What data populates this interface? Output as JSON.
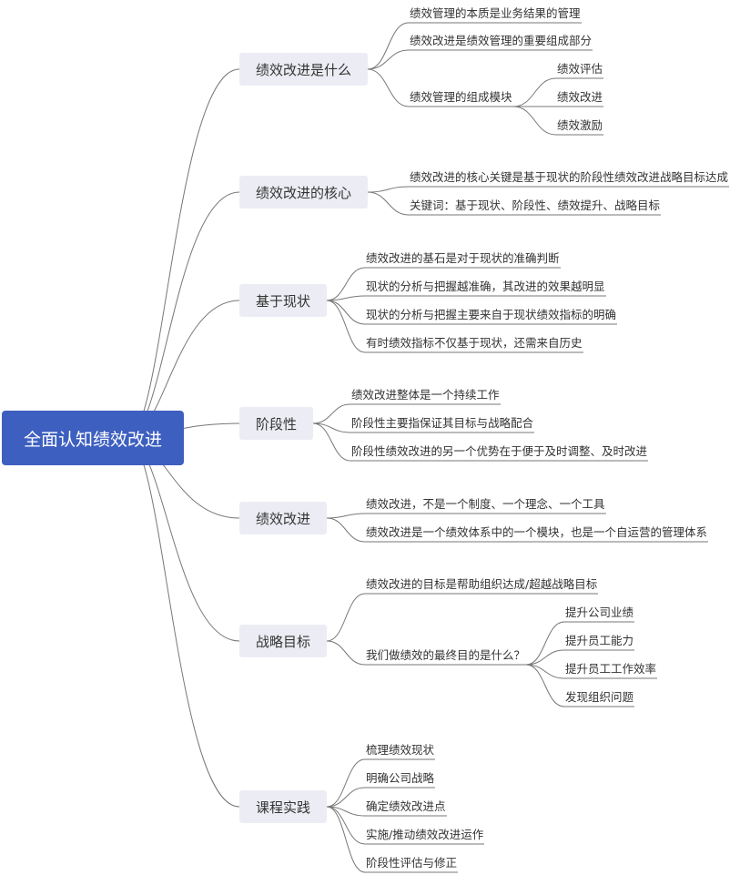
{
  "root": "全面认知绩效改进",
  "branches": [
    {
      "label": "绩效改进是什么",
      "children": [
        {
          "label": "绩效管理的本质是业务结果的管理"
        },
        {
          "label": "绩效改进是绩效管理的重要组成部分"
        },
        {
          "label": "绩效管理的组成模块",
          "children": [
            {
              "label": "绩效评估"
            },
            {
              "label": "绩效改进"
            },
            {
              "label": "绩效激励"
            }
          ]
        }
      ]
    },
    {
      "label": "绩效改进的核心",
      "children": [
        {
          "label": "绩效改进的核心关键是基于现状的阶段性绩效改进战略目标达成"
        },
        {
          "label": "关键词：基于现状、阶段性、绩效提升、战略目标"
        }
      ]
    },
    {
      "label": "基于现状",
      "children": [
        {
          "label": "绩效改进的基石是对于现状的准确判断"
        },
        {
          "label": "现状的分析与把握越准确，其改进的效果越明显"
        },
        {
          "label": "现状的分析与把握主要来自于现状绩效指标的明确"
        },
        {
          "label": "有时绩效指标不仅基于现状，还需来自历史"
        }
      ]
    },
    {
      "label": "阶段性",
      "children": [
        {
          "label": "绩效改进整体是一个持续工作"
        },
        {
          "label": "阶段性主要指保证其目标与战略配合"
        },
        {
          "label": "阶段性绩效改进的另一个优势在于便于及时调整、及时改进"
        }
      ]
    },
    {
      "label": "绩效改进",
      "children": [
        {
          "label": "绩效改进，不是一个制度、一个理念、一个工具"
        },
        {
          "label": "绩效改进是一个绩效体系中的一个模块，也是一个自运营的管理体系"
        }
      ]
    },
    {
      "label": "战略目标",
      "children": [
        {
          "label": "绩效改进的目标是帮助组织达成/超越战略目标"
        },
        {
          "label": "我们做绩效的最终目的是什么？",
          "children": [
            {
              "label": "提升公司业绩"
            },
            {
              "label": "提升员工能力"
            },
            {
              "label": "提升员工工作效率"
            },
            {
              "label": "发现组织问题"
            }
          ]
        }
      ]
    },
    {
      "label": "课程实践",
      "children": [
        {
          "label": "梳理绩效现状"
        },
        {
          "label": "明确公司战略"
        },
        {
          "label": "确定绩效改进点"
        },
        {
          "label": "实施/推动绩效改进运作"
        },
        {
          "label": "阶段性评估与修正"
        }
      ]
    }
  ],
  "colors": {
    "root_fill": "#3d5fc0",
    "root_text": "#ffffff",
    "branch_fill": "#ecedf4",
    "line": "#777777",
    "text": "#333333"
  }
}
